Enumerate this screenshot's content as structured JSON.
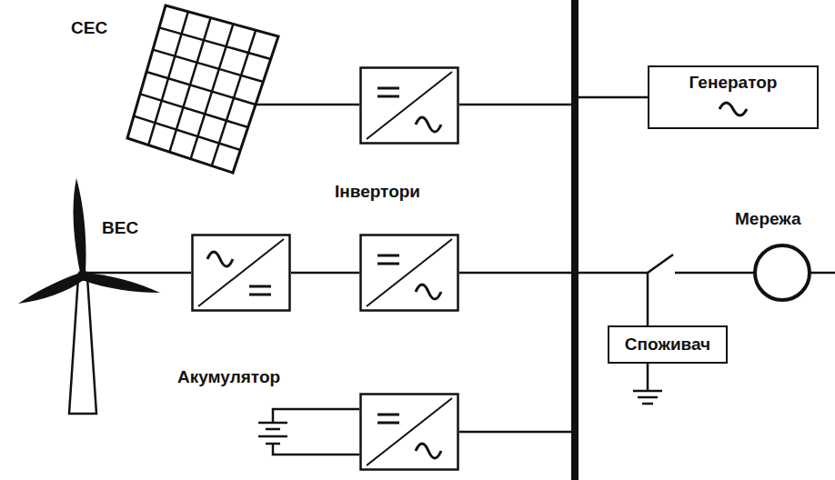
{
  "diagram": {
    "nodes": [
      {
        "text": [
          "Генератор"
        ]
      },
      {
        "text": [
          "Споживач"
        ]
      }
    ],
    "labels": [
      "СЕС",
      "Інвертори",
      "ВЕС",
      "Мережа",
      "Акумулятор"
    ]
  }
}
